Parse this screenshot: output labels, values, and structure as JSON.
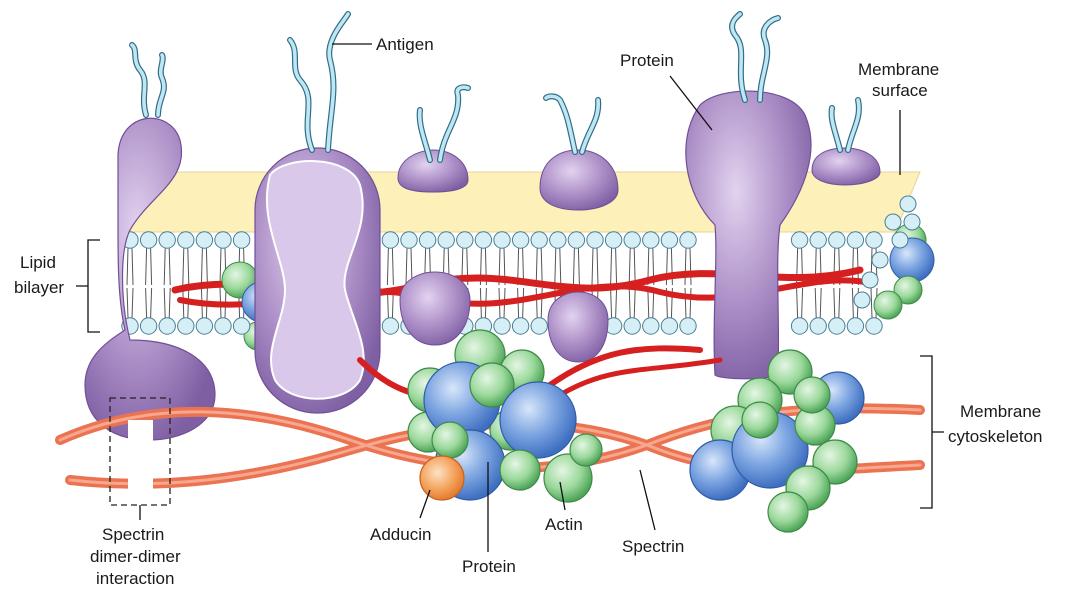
{
  "labels": {
    "antigen": "Antigen",
    "protein_top": "Protein",
    "membrane_surface_1": "Membrane",
    "membrane_surface_2": "surface",
    "lipid_1": "Lipid",
    "lipid_2": "bilayer",
    "cytoskeleton_1": "Membrane",
    "cytoskeleton_2": "cytoskeleton",
    "spectrin_dimer_1": "Spectrin",
    "spectrin_dimer_2": "dimer-dimer",
    "spectrin_dimer_3": "interaction",
    "adducin": "Adducin",
    "actin": "Actin",
    "spectrin": "Spectrin",
    "protein_bottom": "Protein"
  },
  "colors": {
    "membrane_surface": "#fdf0b8",
    "lipid_head_fill": "#d6eef6",
    "lipid_head_stroke": "#4a7f93",
    "protein": "#a98bc4",
    "protein_dark": "#7e5fa3",
    "glycan": "#bfe6f2",
    "spectrin": "#ec7352",
    "red_strand": "#d62020",
    "actin_green": "#8fd18f",
    "actin_blue": "#5f8fd6",
    "adducin": "#f3a05a"
  }
}
